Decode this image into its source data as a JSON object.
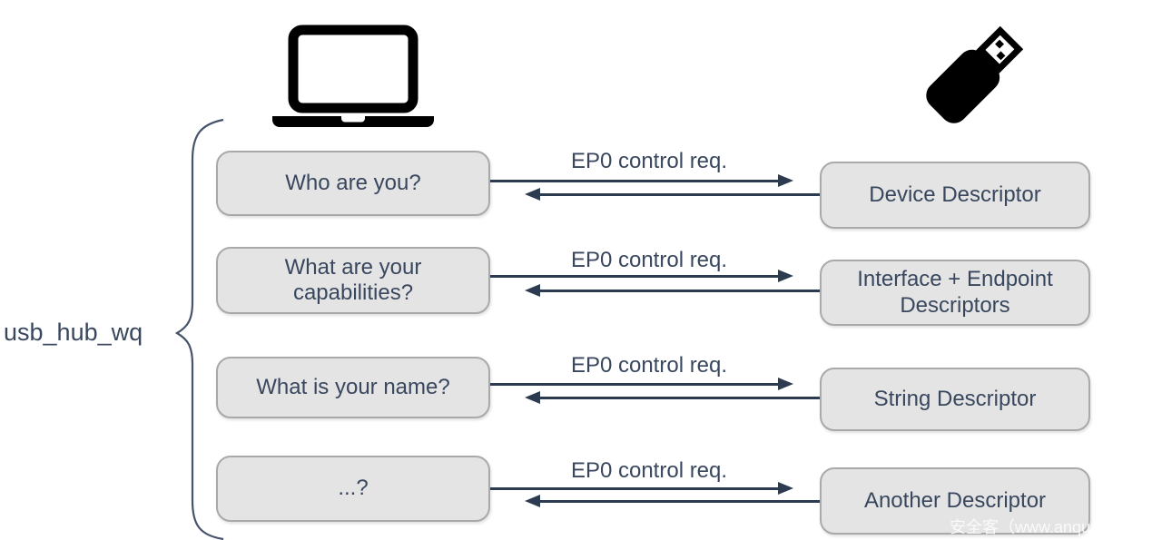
{
  "diagram": {
    "queue_label": "usb_hub_wq",
    "rows": [
      {
        "question": "Who are you?",
        "arrow_label": "EP0 control req.",
        "response": "Device Descriptor"
      },
      {
        "question": "What are your capabilities?",
        "arrow_label": "EP0 control req.",
        "response": "Interface + Endpoint Descriptors"
      },
      {
        "question": "What is your name?",
        "arrow_label": "EP0 control req.",
        "response": "String Descriptor"
      },
      {
        "question": "...?",
        "arrow_label": "EP0 control req.",
        "response": "Another Descriptor"
      }
    ],
    "watermark": "安全客（www.anquank",
    "icons": {
      "host": "laptop-icon",
      "device": "usb-flash-drive-icon"
    },
    "colors": {
      "box_fill": "#e4e4e4",
      "box_border": "#a9a9a9",
      "text": "#39475e",
      "arrow": "#2d3b50",
      "icon": "#000000"
    }
  }
}
